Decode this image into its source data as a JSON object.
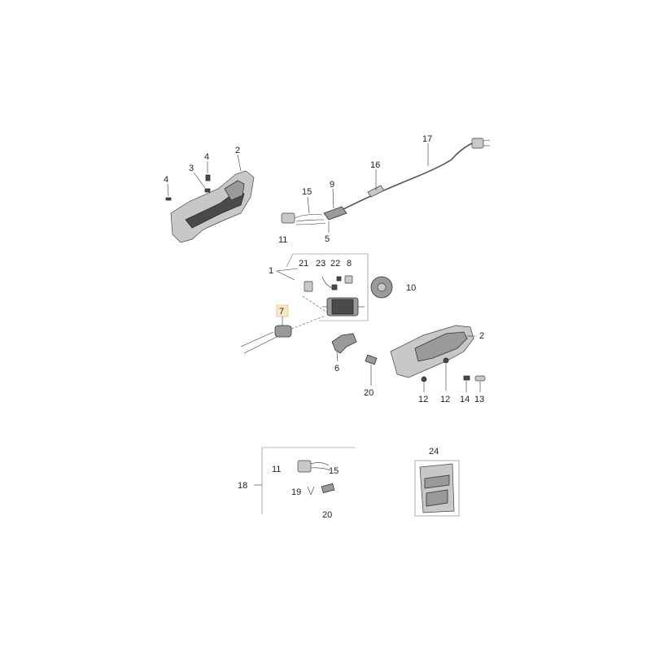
{
  "callouts": {
    "c1": "1",
    "c2a": "2",
    "c2b": "2",
    "c3": "3",
    "c4a": "4",
    "c4b": "4",
    "c5": "5",
    "c6": "6",
    "c7": "7",
    "c8": "8",
    "c9": "9",
    "c10": "10",
    "c11a": "11",
    "c11b": "11",
    "c12a": "12",
    "c12b": "12",
    "c13": "13",
    "c14": "14",
    "c15a": "15",
    "c15b": "15",
    "c16": "16",
    "c17": "17",
    "c18": "18",
    "c19": "19",
    "c20a": "20",
    "c20b": "20",
    "c21": "21",
    "c22": "22",
    "c23": "23",
    "c24": "24"
  },
  "colors": {
    "highlight": "#fde8c8",
    "line": "#333333",
    "part": "#9a9a9a"
  }
}
